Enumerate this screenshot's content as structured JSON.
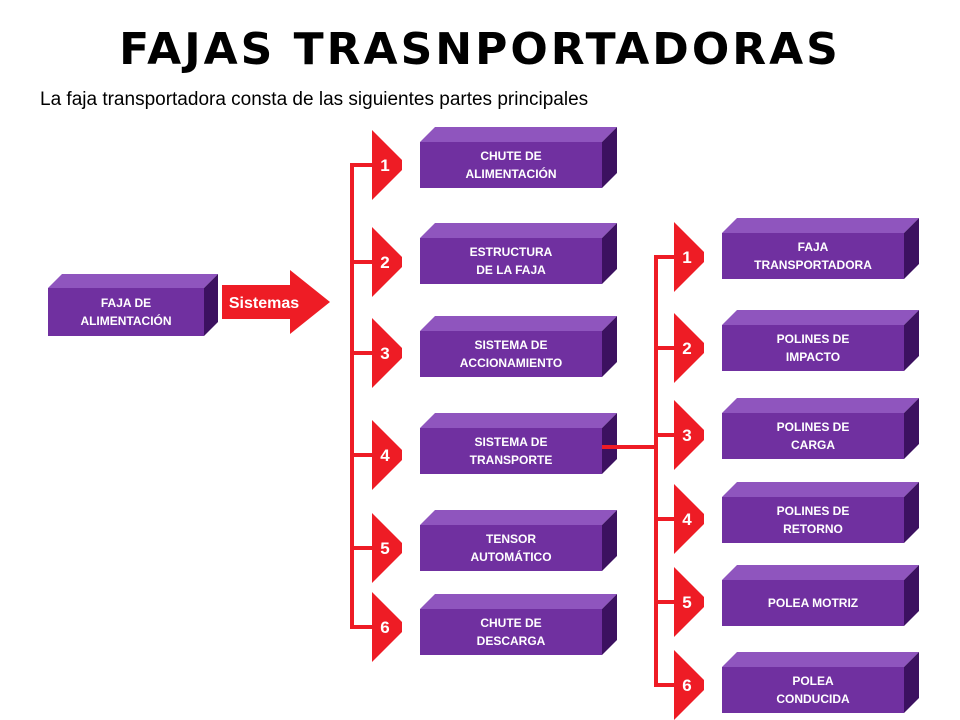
{
  "title": "FAJAS TRASNPORTADORAS",
  "subtitle": "La faja transportadora consta de las siguientes partes principales",
  "root_box": {
    "lines": [
      "FAJA DE",
      "ALIMENTACIÓN"
    ]
  },
  "systems_arrow": {
    "label": "Sistemas"
  },
  "systems": [
    {
      "number": "1",
      "lines": [
        "CHUTE DE",
        "ALIMENTACIÓN"
      ]
    },
    {
      "number": "2",
      "lines": [
        "ESTRUCTURA",
        "DE LA FAJA"
      ]
    },
    {
      "number": "3",
      "lines": [
        "SISTEMA DE",
        "ACCIONAMIENTO"
      ]
    },
    {
      "number": "4",
      "lines": [
        "SISTEMA DE",
        "TRANSPORTE"
      ]
    },
    {
      "number": "5",
      "lines": [
        "TENSOR",
        "AUTOMÁTICO"
      ]
    },
    {
      "number": "6",
      "lines": [
        "CHUTE DE",
        "DESCARGA"
      ]
    }
  ],
  "transport_parts": [
    {
      "number": "1",
      "lines": [
        "FAJA",
        "TRANSPORTADORA"
      ]
    },
    {
      "number": "2",
      "lines": [
        "POLINES DE",
        "IMPACTO"
      ]
    },
    {
      "number": "3",
      "lines": [
        "POLINES DE",
        "CARGA"
      ]
    },
    {
      "number": "4",
      "lines": [
        "POLINES DE",
        "RETORNO"
      ]
    },
    {
      "number": "5",
      "lines": [
        "POLEA MOTRIZ"
      ]
    },
    {
      "number": "6",
      "lines": [
        "POLEA",
        "CONDUCIDA"
      ]
    }
  ],
  "colors": {
    "box_front": "#7030a0",
    "box_top": "#8f55be",
    "box_side": "#3c1160",
    "arrow": "#ee1c25",
    "connector": "#ee1c25"
  }
}
